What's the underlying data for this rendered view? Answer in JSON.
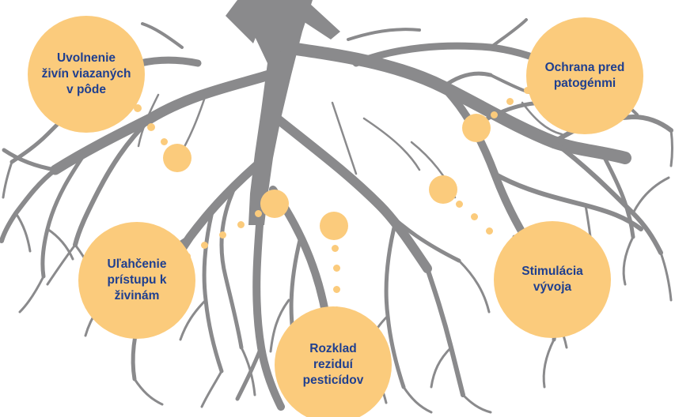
{
  "colors": {
    "root": "#8a8a8c",
    "bubble": "#fbcb7c",
    "label_text": "#1f3f8f",
    "background": "#ffffff"
  },
  "benefits": [
    {
      "id": "nutrient-release",
      "label": "Uvolnenie\nživín viazaných\nv pôde"
    },
    {
      "id": "pathogen-protection",
      "label": "Ochrana pred\npatogénmi"
    },
    {
      "id": "nutrient-access",
      "label": "Uľahčenie\nprístupu k\nživinám"
    },
    {
      "id": "growth-stimulation",
      "label": "Stimulácia\nvývoja"
    },
    {
      "id": "pesticide-breakdown",
      "label": "Rozklad\nreziduí\npesticídov"
    }
  ]
}
